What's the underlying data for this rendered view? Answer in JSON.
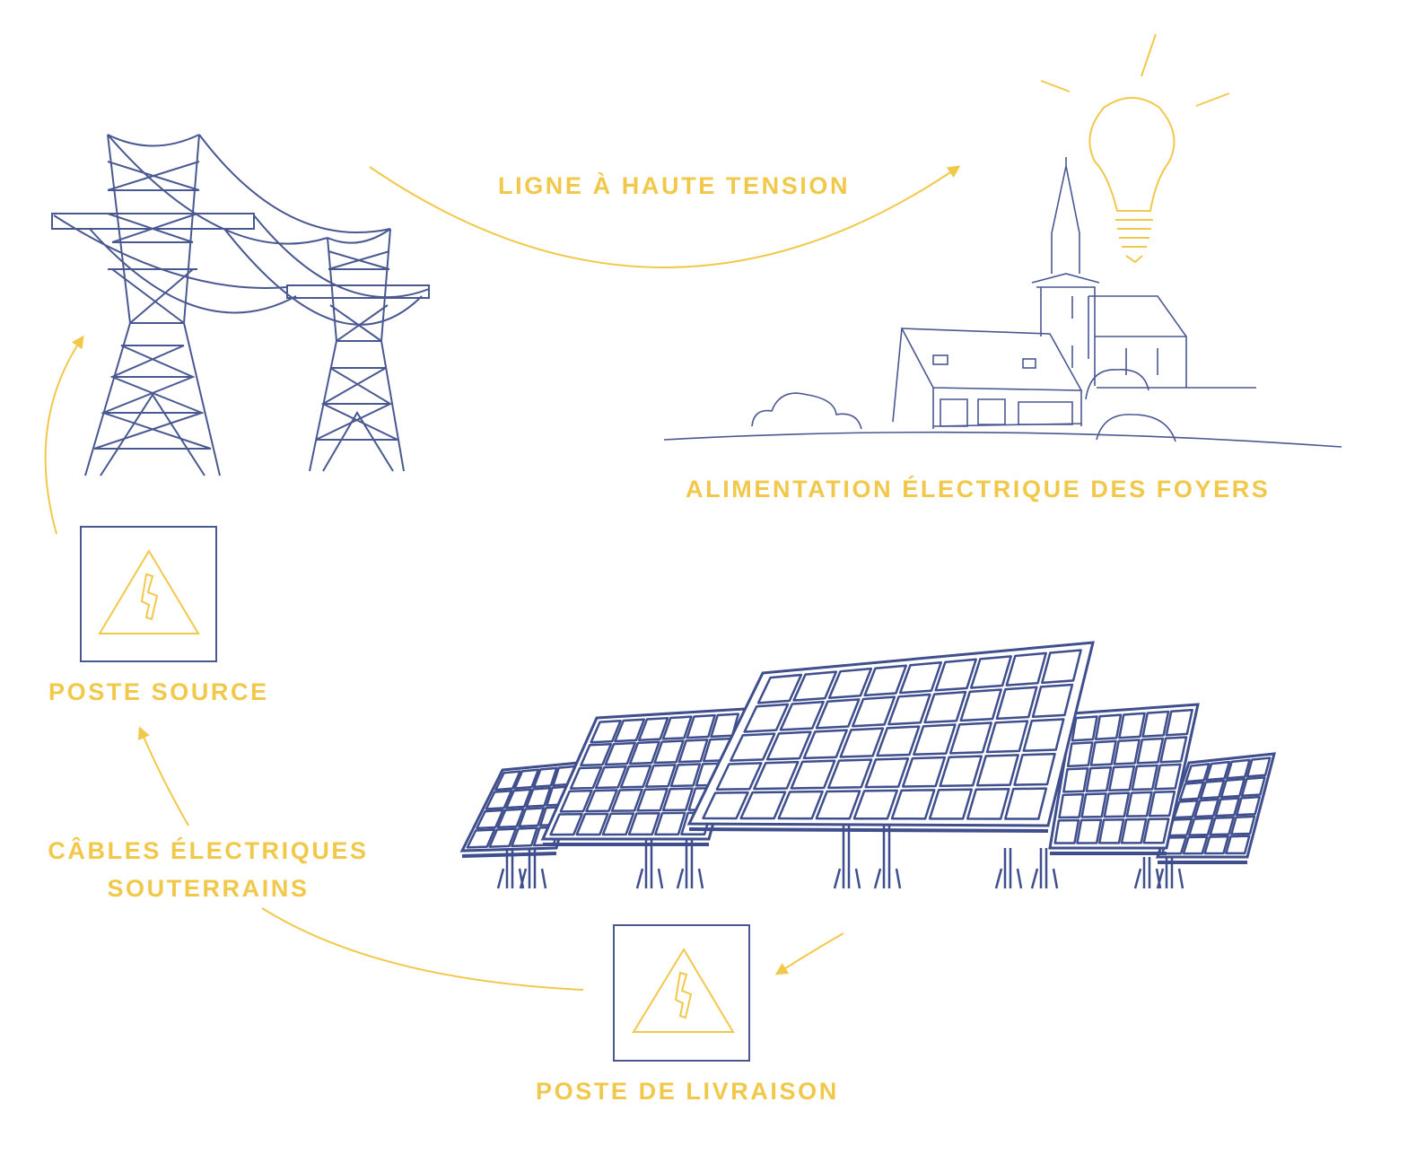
{
  "colors": {
    "navy": "#3f4e8c",
    "yellow": "#f2c84b"
  },
  "labels": {
    "high_voltage_line": "LIGNE À HAUTE TENSION",
    "household_supply": "ALIMENTATION ÉLECTRIQUE DES FOYERS",
    "source_substation": "POSTE SOURCE",
    "underground_cables_line1": "CÂBLES ÉLECTRIQUES",
    "underground_cables_line2": "SOUTERRAINS",
    "delivery_substation": "POSTE DE LIVRAISON"
  },
  "icons": [
    "pylon-icon",
    "house-church-icon",
    "light-bulb-icon",
    "high-voltage-warning-icon",
    "solar-panel-icon",
    "flow-arrow-icon"
  ]
}
